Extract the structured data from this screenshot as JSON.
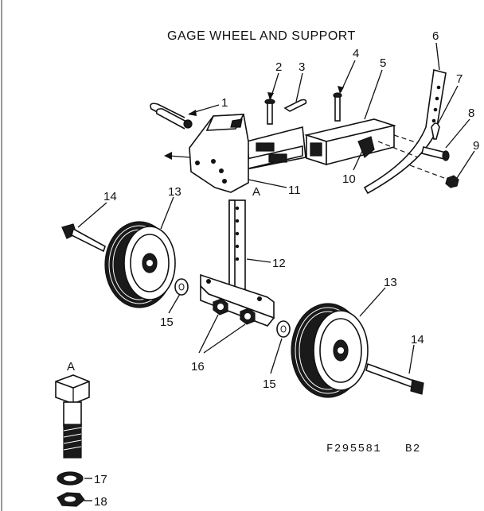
{
  "title": "GAGE WHEEL AND SUPPORT",
  "drawing_code": "F295581   B2",
  "detail_label": "A",
  "callouts": {
    "c1": "1",
    "c2": "2",
    "c3": "3",
    "c4": "4",
    "c5": "5",
    "c6": "6",
    "c7": "7",
    "c8": "8",
    "c9": "9",
    "c10": "10",
    "c11": "11",
    "c11_ref": "A",
    "c12": "12",
    "c13a": "13",
    "c13b": "13",
    "c14a": "14",
    "c14b": "14",
    "c15a": "15",
    "c15b": "15",
    "c16": "16",
    "c17": "17",
    "c18": "18"
  }
}
